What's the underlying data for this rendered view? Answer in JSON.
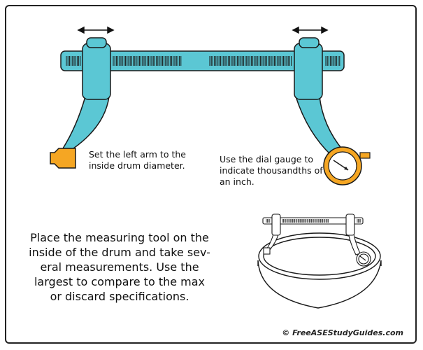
{
  "captions": {
    "left_arm": [
      "Set the left arm to the",
      "inside drum diameter."
    ],
    "dial_gauge": [
      "Use the dial gauge to",
      "indicate thousandths of",
      "an inch."
    ]
  },
  "instructions": [
    "Place the measuring tool on the",
    "inside of the drum and take sev-",
    "eral measurements. Use the",
    "largest to compare to the max",
    "or discard specifications."
  ],
  "credit": "© FreeASEStudyGuides.com",
  "colors": {
    "tool": "#5bc7d4",
    "outline": "#1a1a1a",
    "gauge_ring": "#f5a623",
    "foot": "#f5a623",
    "gauge_face": "#ffffff"
  },
  "icons": [
    "double-arrow-left-icon",
    "double-arrow-right-icon"
  ]
}
